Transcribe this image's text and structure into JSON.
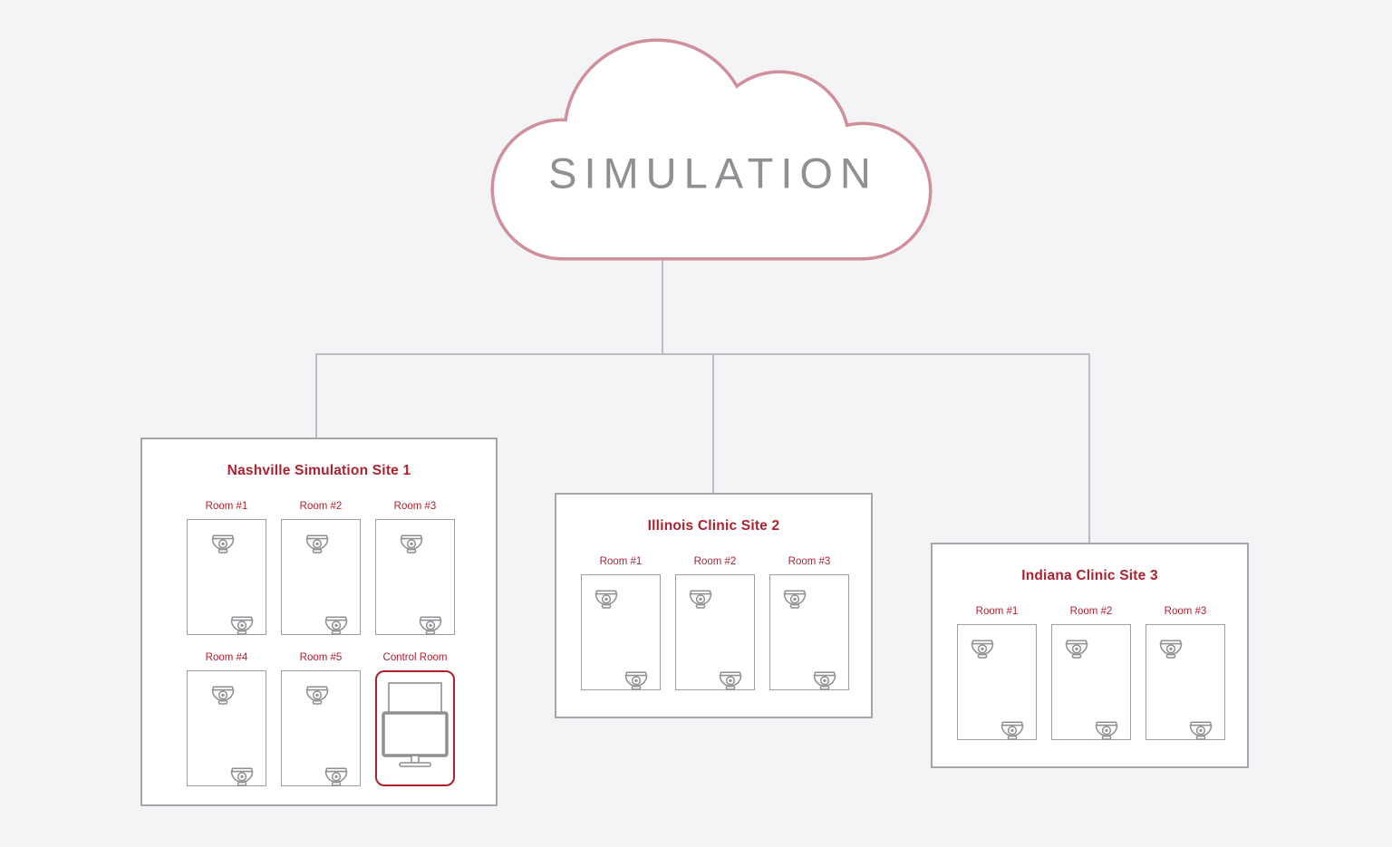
{
  "cloud": {
    "label": "SIMULATION"
  },
  "sites": [
    {
      "id": "nashville",
      "title": "Nashville Simulation Site 1",
      "rooms": [
        {
          "label": "Room #1"
        },
        {
          "label": "Room #2"
        },
        {
          "label": "Room #3"
        },
        {
          "label": "Room #4"
        },
        {
          "label": "Room #5"
        },
        {
          "label": "Control Room",
          "type": "control"
        }
      ]
    },
    {
      "id": "illinois",
      "title": "Illinois Clinic Site 2",
      "rooms": [
        {
          "label": "Room #1"
        },
        {
          "label": "Room #2"
        },
        {
          "label": "Room #3"
        }
      ]
    },
    {
      "id": "indiana",
      "title": "Indiana Clinic Site 3",
      "rooms": [
        {
          "label": "Room #1"
        },
        {
          "label": "Room #2"
        },
        {
          "label": "Room #3"
        }
      ]
    }
  ],
  "icons": {
    "camera": "dome-camera-icon",
    "control_room": "monitor-icon"
  },
  "colors": {
    "accent_red": "#b01e2e",
    "cloud_outline": "#cf8f9b",
    "text_gray": "#8f8f94",
    "line_gray": "#bcbcc0",
    "box_border_gray": "#9d9da2",
    "background": "#f4f3f6"
  }
}
